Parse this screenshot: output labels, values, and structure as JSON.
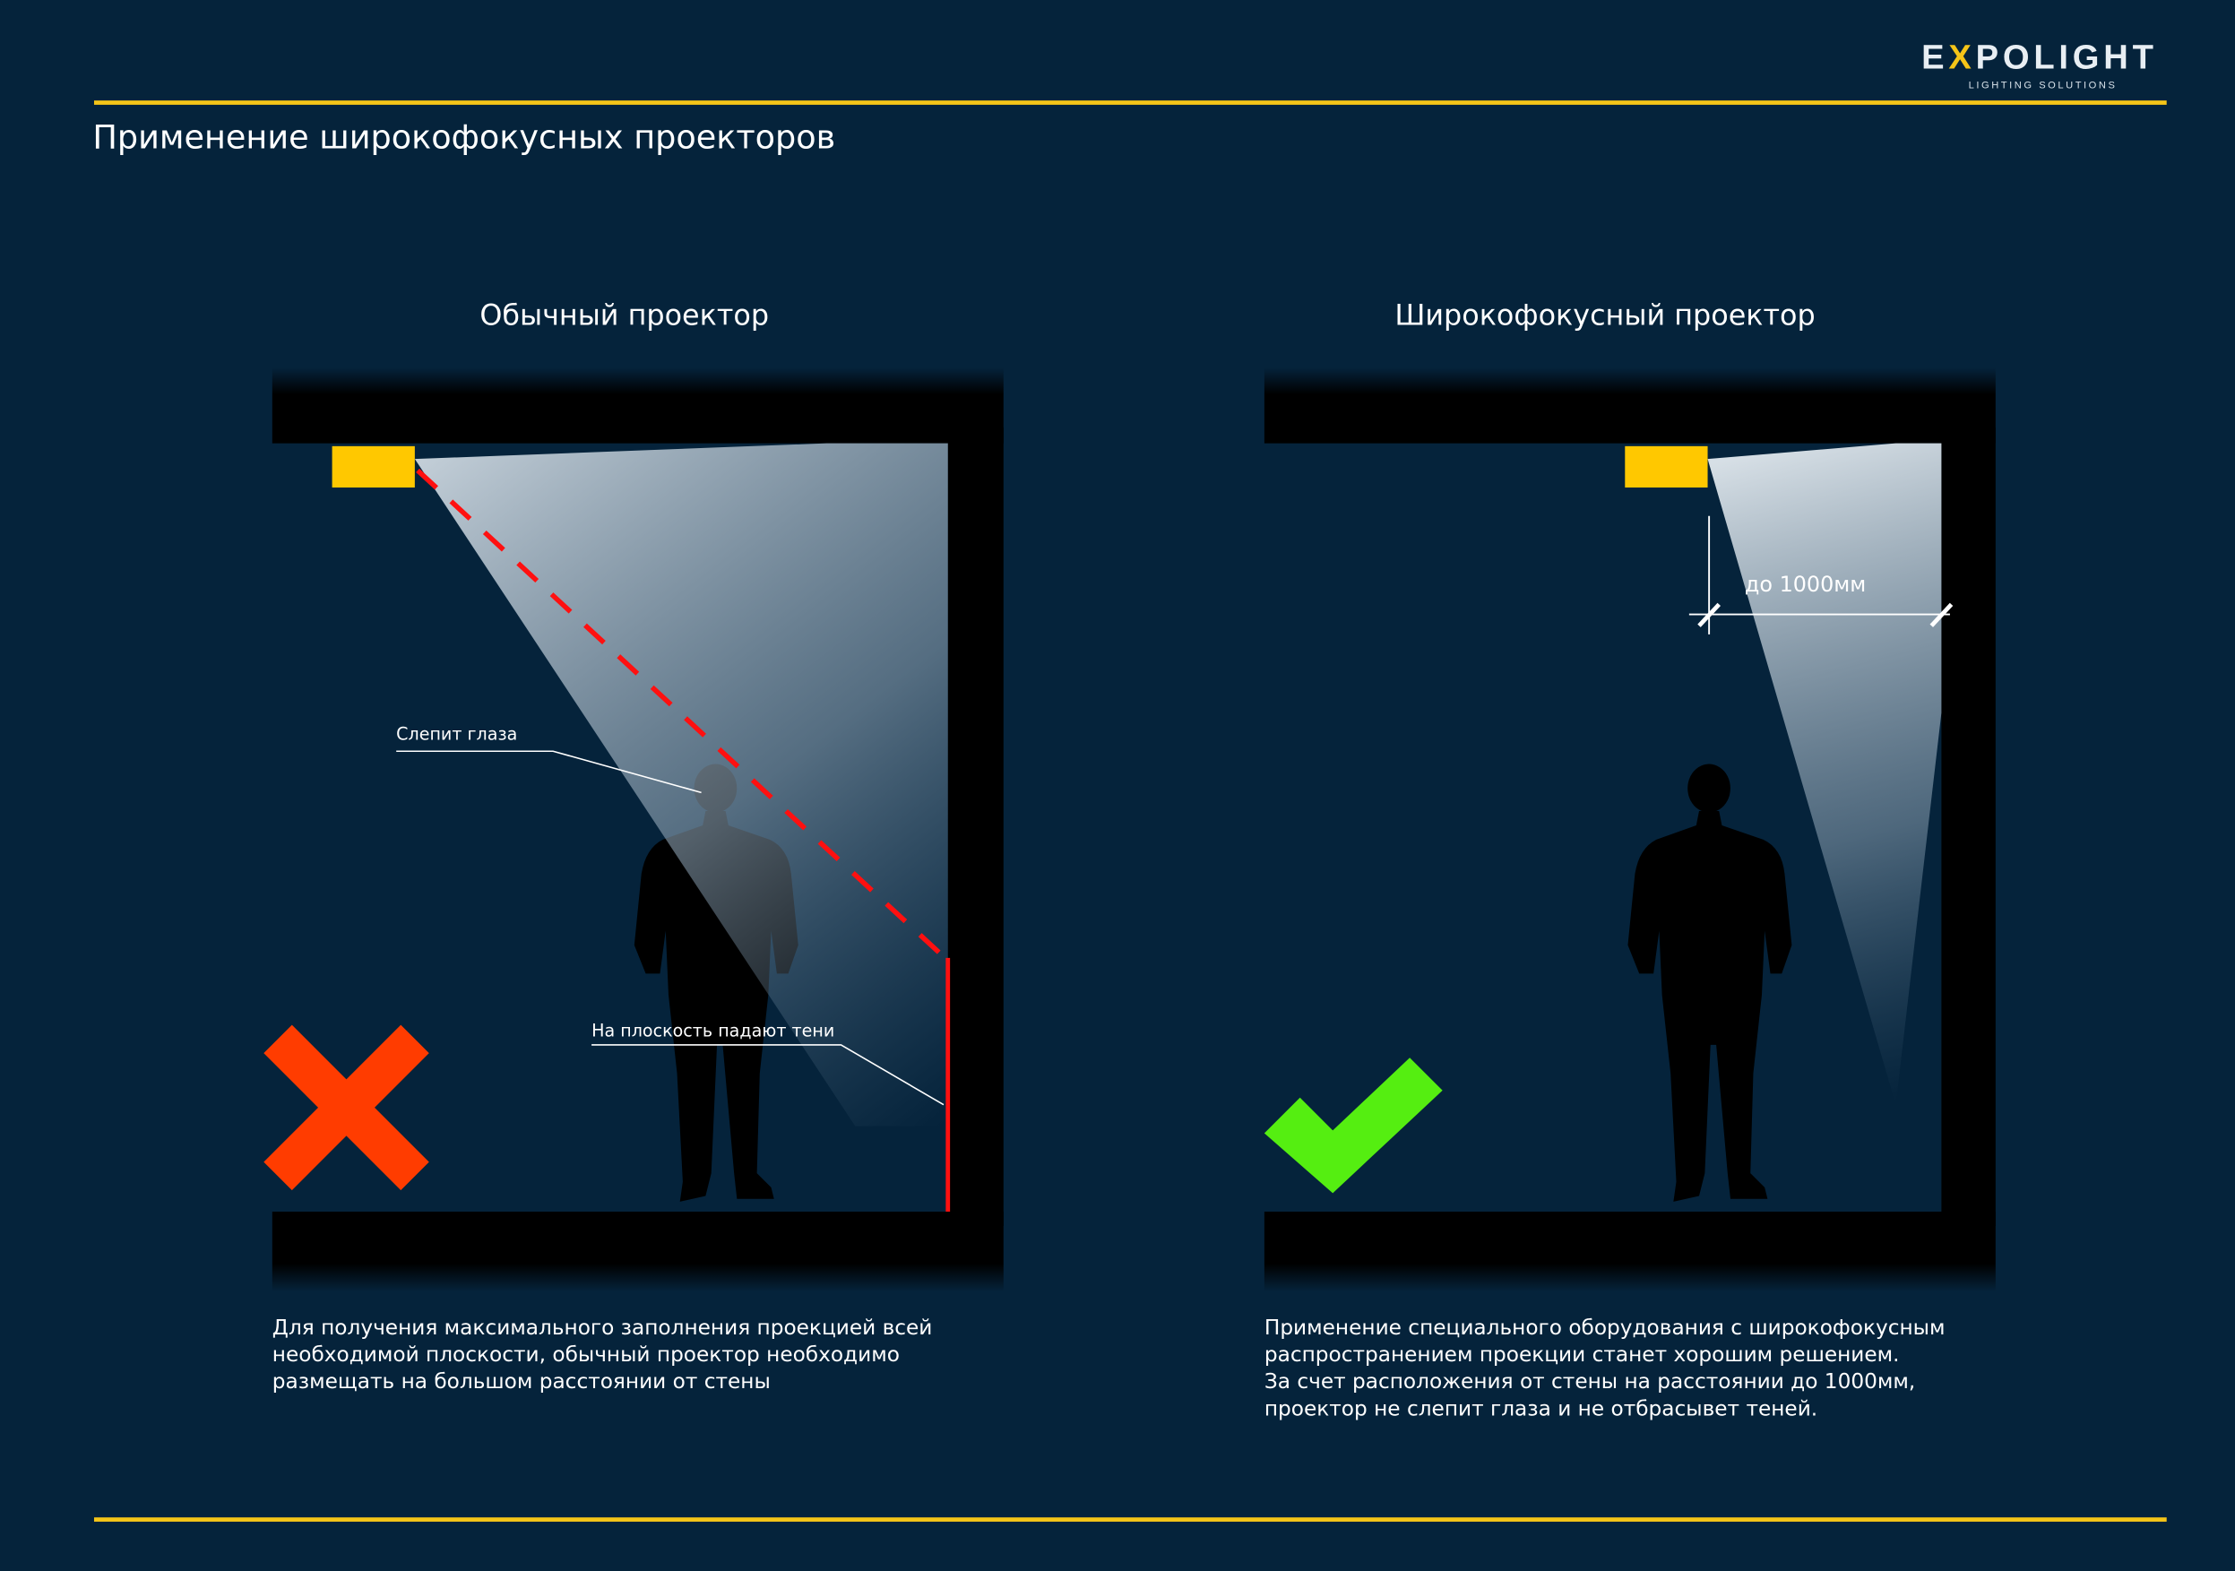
{
  "brand": {
    "logo_text_pre": "E",
    "logo_text_x": "X",
    "logo_text_post": "POLIGHT",
    "tagline": "LIGHTING SOLUTIONS",
    "accent": "#f5c518"
  },
  "page_title": "Применение широкофокусных проекторов",
  "left": {
    "heading": "Обычный проектор",
    "callout_eyes": "Слепит глаза",
    "callout_shadows": "На плоскость падают тени",
    "verdict_icon": "cross-icon",
    "verdict_color": "#ff3c00",
    "description": [
      "Для получения максимального заполнения проекцией всей",
      "необходимой плоскости, обычный проектор необходимо",
      "размещать на большом расстоянии от стены"
    ]
  },
  "right": {
    "heading": "Широкофокусный проектор",
    "dimension_label": "до 1000мм",
    "verdict_icon": "check-icon",
    "verdict_color": "#55ee11",
    "description": [
      "Применение специального оборудования с широкофокусным",
      "распространением проекции станет хорошим решением.",
      "За счет расположения от стены на расстоянии до 1000мм,",
      "проектор не слепит глаза и не отбрасывет теней."
    ]
  }
}
